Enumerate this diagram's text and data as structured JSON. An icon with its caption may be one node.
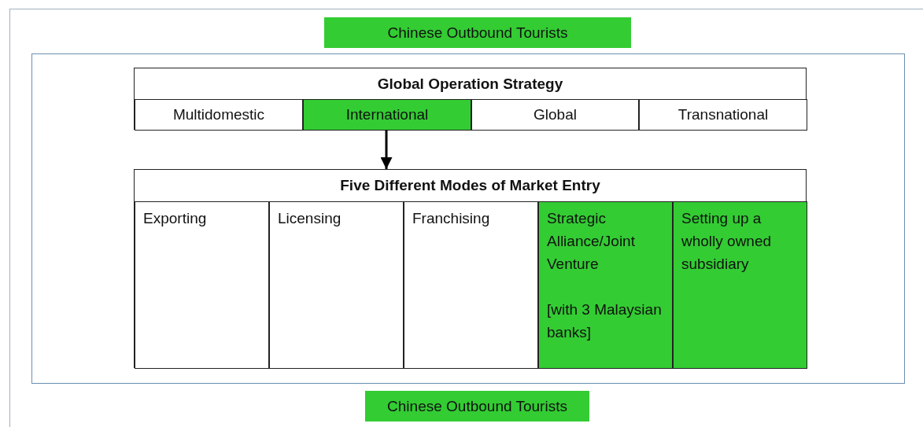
{
  "diagram": {
    "nodes": [
      {
        "text": [
          "Chinese Outbound Tourists"
        ]
      },
      {
        "text": [
          "Global Operation Strategy"
        ]
      },
      {
        "text": [
          "Multidomestic"
        ],
        "in": 1
      },
      {
        "text": [
          "International"
        ],
        "in": 1
      },
      {
        "text": [
          "Global"
        ],
        "in": 1
      },
      {
        "text": [
          "Transnational"
        ],
        "in": 1
      },
      {
        "text": [
          "Five Different Modes of Market Entry"
        ]
      },
      {
        "text": [
          "Exporting"
        ],
        "in": 6
      },
      {
        "text": [
          "Licensing"
        ],
        "in": 6
      },
      {
        "text": [
          "Franchising"
        ],
        "in": 6
      },
      {
        "text": [
          "Strategic Alliance/Joint Venture",
          "[with 3 Malaysian banks]"
        ],
        "in": 6
      },
      {
        "text": [
          "Setting up a wholly owned subsidiary"
        ],
        "in": 6
      },
      {
        "text": [
          "Chinese Outbound Tourists"
        ]
      }
    ],
    "edges": [
      {
        "from": 3,
        "to": 6,
        "arrow": "to"
      }
    ]
  }
}
